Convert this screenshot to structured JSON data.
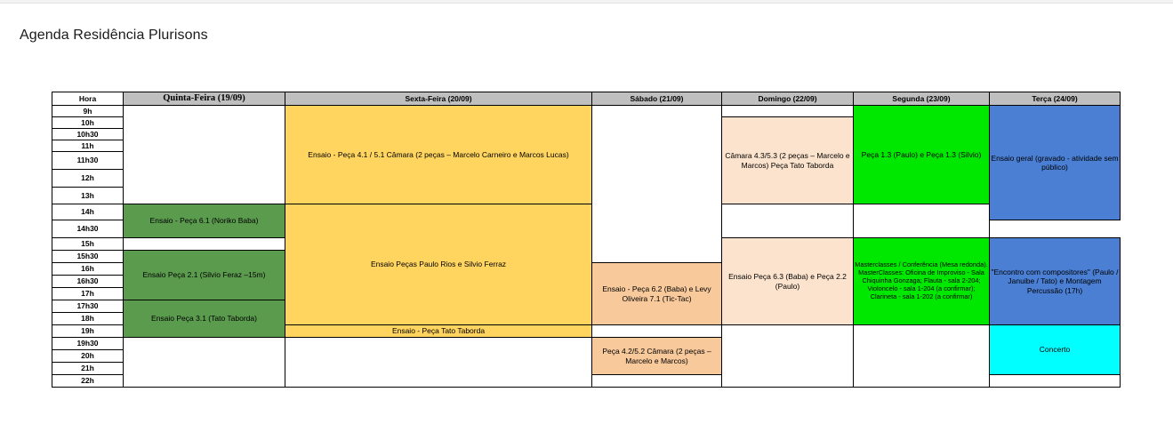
{
  "document": {
    "title": "Agenda Residência Plurisons"
  },
  "table": {
    "hour_header": "Hora",
    "days": [
      {
        "label": "Quinta-Feira (19/09)",
        "style": "serif"
      },
      {
        "label": "Sexta-Feira (20/09)",
        "style": "sans"
      },
      {
        "label": "Sábado (21/09)",
        "style": "sans"
      },
      {
        "label": "Domingo (22/09)",
        "style": "sans"
      },
      {
        "label": "Segunda (23/09)",
        "style": "sans"
      },
      {
        "label": "Terça (24/09)",
        "style": "sans"
      }
    ],
    "hours": [
      "9h",
      "10h",
      "10h30",
      "11h",
      "11h30",
      "12h",
      "13h",
      "14h",
      "14h30",
      "15h",
      "15h30",
      "16h",
      "16h30",
      "17h",
      "17h30",
      "18h",
      "19h",
      "19h30",
      "20h",
      "21h",
      "22h"
    ],
    "events": {
      "quinta": [
        {
          "text": "Ensaio - Peça 6.1 (Noriko Baba)",
          "color": "#5b9b4e"
        },
        {
          "text": "Ensaio Peça 2.1 (Silvio Feraz –15m)",
          "color": "#5b9b4e"
        },
        {
          "text": "Ensaio Peça 3.1 (Tato Taborda)",
          "color": "#5b9b4e"
        }
      ],
      "sexta": [
        {
          "text": "Ensaio - Peça 4.1 / 5.1 Câmara (2 peças – Marcelo Carneiro e Marcos Lucas)",
          "color": "#ffd45f"
        },
        {
          "text": "Ensaio Peças Paulo Rios e Silvio Ferraz",
          "color": "#ffd45f"
        },
        {
          "text": "Ensaio - Peça Tato Taborda",
          "color": "#ffd45f"
        }
      ],
      "sabado": [
        {
          "text": "Ensaio - Peça 6.2 (Baba) e Levy Oliveira 7.1 (Tic-Tac)",
          "color": "#f7c99b"
        },
        {
          "text": "Peça 4.2/5.2 Câmara (2 peças – Marcelo e Marcos)",
          "color": "#f7c99b"
        }
      ],
      "domingo": [
        {
          "text": "Câmara 4.3/5.3 (2 peças – Marcelo e Marcos) Peça Tato Taborda",
          "color": "#fbe3cd"
        },
        {
          "text": "Ensaio Peça 6.3 (Baba) e Peça 2.2 (Paulo)",
          "color": "#fbe3cd"
        }
      ],
      "segunda": [
        {
          "text": "Peça 1.3 (Paulo) e Peça 1.3 (Silvio)",
          "color": "#00e800"
        },
        {
          "text": "Masterclasses / Conferência (Mesa redonda). MasterClasses: Oficina de Improviso - Sala Chiquinha Gonzaga; Flauta - sala 2-204; Violoncelo - sala 1-204 (a confirmar); Clarineta - sala 1-202 (a confirmar)",
          "color": "#00e800"
        }
      ],
      "terca": [
        {
          "text": "Ensaio geral (gravado - atividade sem público)",
          "color": "#4a7fd4"
        },
        {
          "text": "\"Encontro com compositores\" (Paulo / Januibe / Tato) e Montagem Percussão (17h)",
          "color": "#4a7fd4"
        },
        {
          "text": "Concerto",
          "color": "#00ffff"
        }
      ]
    }
  }
}
